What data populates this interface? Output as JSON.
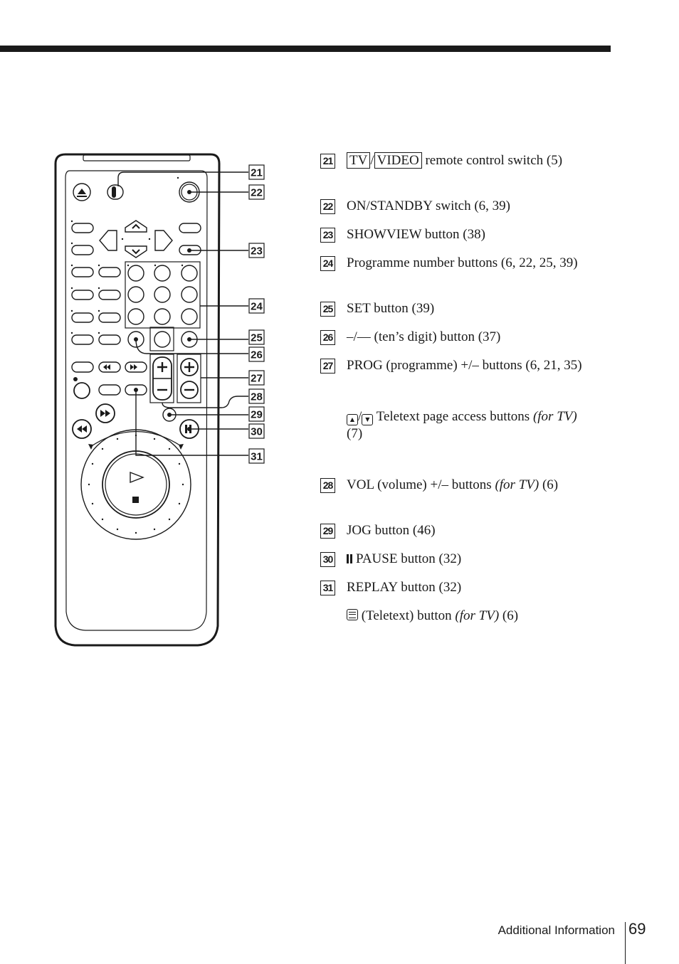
{
  "items": [
    {
      "num": "21",
      "pre_box1": "TV",
      "slash": "/",
      "pre_box2": "VIDEO",
      "text": " remote control switch (5)"
    },
    {
      "num": "22",
      "text": "ON/STANDBY switch (6, 39)"
    },
    {
      "num": "23",
      "text": "SHOWVIEW button (38)"
    },
    {
      "num": "24",
      "text": "Programme number buttons (6, 22, 25, 39)"
    },
    {
      "num": "25",
      "text": "SET button (39)"
    },
    {
      "num": "26",
      "text": "–/–– (ten’s digit) button (37)"
    },
    {
      "num": "27",
      "text": "PROG (programme) +/– buttons (6, 21, 35)",
      "sub_text": " Teletext page access buttons ",
      "sub_italic": "(for TV)",
      "sub_ref": " (7)"
    },
    {
      "num": "28",
      "text": "VOL (volume) +/– buttons ",
      "italic": "(for TV)",
      "ref": " (6)"
    },
    {
      "num": "29",
      "text": "JOG button (46)"
    },
    {
      "num": "30",
      "text": "PAUSE button (32)"
    },
    {
      "num": "31",
      "text": "REPLAY button (32)",
      "sub_text": " (Teletext) button ",
      "sub_italic": "(for TV)",
      "sub_ref": " (6)"
    }
  ],
  "figure_labels": [
    "21",
    "22",
    "23",
    "24",
    "25",
    "26",
    "27",
    "28",
    "29",
    "30",
    "31"
  ],
  "footer": {
    "section": "Additional Information",
    "page": "69"
  }
}
